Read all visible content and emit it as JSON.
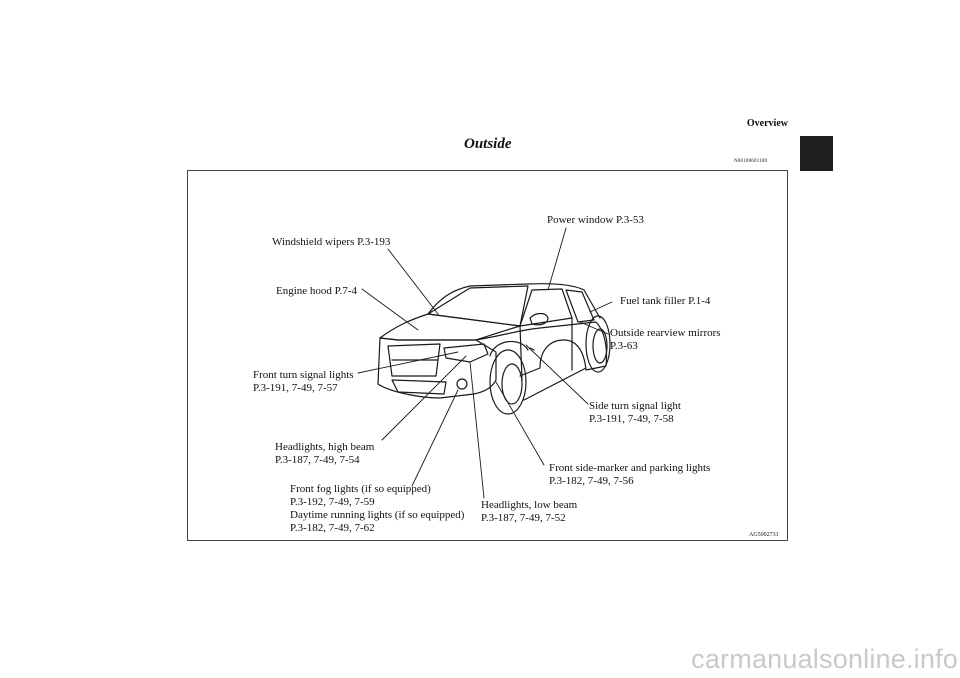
{
  "header": {
    "section": "Overview",
    "title": "Outside",
    "doc_id": "N00100601189"
  },
  "figure": {
    "id": "AG5002731",
    "labels": {
      "power_window": "Power window P.3-53",
      "windshield_wipers": "Windshield wipers P.3-193",
      "engine_hood": "Engine hood P.7-4",
      "fuel_filler": "Fuel tank filler P.1-4",
      "mirrors_1": "Outside rearview mirrors",
      "mirrors_2": "P.3-63",
      "front_turn_1": "Front turn signal lights",
      "front_turn_2": "P.3-191, 7-49, 7-57",
      "side_turn_1": "Side turn signal light",
      "side_turn_2": "P.3-191, 7-49, 7-58",
      "high_beam_1": "Headlights, high beam",
      "high_beam_2": "P.3-187, 7-49, 7-54",
      "side_marker_1": "Front side-marker and parking lights",
      "side_marker_2": "P.3-182, 7-49, 7-56",
      "fog_1": "Front fog lights (if so equipped)",
      "fog_2": "P.3-192, 7-49, 7-59",
      "fog_3": "Daytime running lights (if so equipped)",
      "fog_4": "P.3-182, 7-49, 7-62",
      "low_beam_1": "Headlights, low beam",
      "low_beam_2": "P.3-187, 7-49, 7-52"
    }
  },
  "footer": {
    "watermark": "carmanualsonline.info"
  }
}
